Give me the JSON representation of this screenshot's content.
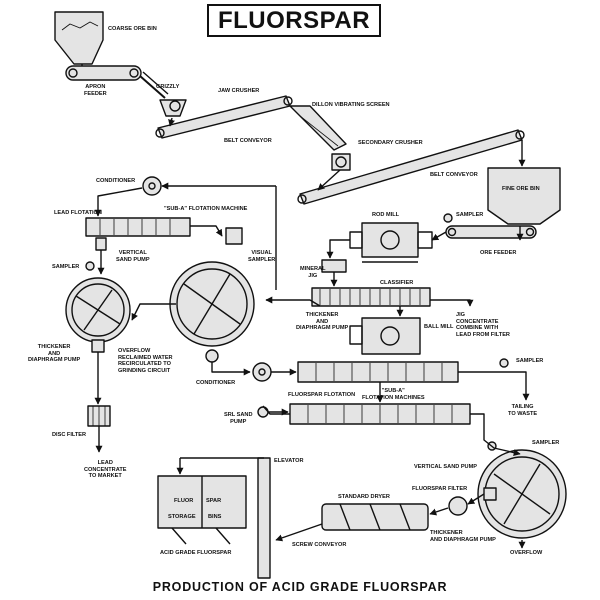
{
  "title": "FLUORSPAR",
  "caption": "PRODUCTION OF ACID GRADE FLUORSPAR",
  "labels": {
    "coarse_ore_bin": "COARSE ORE BIN",
    "apron_feeder": "APRON\nFEEDER",
    "grizzly": "GRIZZLY",
    "jaw_crusher": "JAW CRUSHER",
    "dillon_screen": "DILLON VIBRATING SCREEN",
    "belt_conveyor_1": "BELT CONVEYOR",
    "secondary_crusher": "SECONDARY CRUSHER",
    "belt_conveyor_2": "BELT CONVEYOR",
    "fine_ore_bin": "FINE ORE BIN",
    "conditioner_1": "CONDITIONER",
    "sub_a_flotation_machine": "\"SUB-A\" FLOTATION MACHINE",
    "lead_flotation": "LEAD FLOTATION",
    "rod_mill": "ROD MILL",
    "sampler_1": "SAMPLER",
    "vertical_sand_pump_1": "VERTICAL\nSAND PUMP",
    "visual_sampler": "VISUAL\nSAMPLER",
    "ore_feeder": "ORE FEEDER",
    "sampler_2": "SAMPLER",
    "mineral_jig": "MINERAL\nJIG",
    "classifier": "CLASSIFIER",
    "jig_concentrate": "JIG\nCONCENTRATE\nCOMBINE WITH\nLEAD FROM FILTER",
    "thickener_diaphragm_2": "THICKENER\nAND\nDIAPHRAGM PUMP",
    "ball_mill": "BALL MILL",
    "thickener_diaphragm_1": "THICKENER\nAND\nDIAPHRAGM PUMP",
    "overflow_note": "OVERFLOW\nRECLAIMED WATER\nRECIRCULATED TO\nGRINDING CIRCUIT",
    "conditioner_2": "CONDITIONER",
    "sampler_3": "SAMPLER",
    "fluorspar_flotation": "FLUORSPAR FLOTATION",
    "sub_a_flotation_machines": "\"SUB-A\"\nFLOTATION MACHINES",
    "tailing_to_waste": "TAILING\nTO WASTE",
    "srl_sand_pump": "SRL SAND\nPUMP",
    "disc_filter": "DISC FILTER",
    "sampler_4": "SAMPLER",
    "elevator": "ELEVATOR",
    "vertical_sand_pump_2": "VERTICAL SAND PUMP",
    "lead_concentrate": "LEAD\nCONCENTRATE\nTO MARKET",
    "fluorspar_filter": "FLUORSPAR FILTER",
    "standard_dryer": "STANDARD DRYER",
    "storage_fluor": "FLUOR",
    "storage_spar": "SPAR",
    "storage_storage": "STORAGE",
    "storage_bins": "BINS",
    "thickener_diaphragm_3": "THICKENER\nAND DIAPHRAGM PUMP",
    "acid_grade": "ACID GRADE FLUORSPAR",
    "screw_conveyor": "SCREW CONVEYOR",
    "overflow_2": "OVERFLOW"
  },
  "colors": {
    "background": "#ffffff",
    "ink": "#111111",
    "fill": "#e4e4e4"
  }
}
